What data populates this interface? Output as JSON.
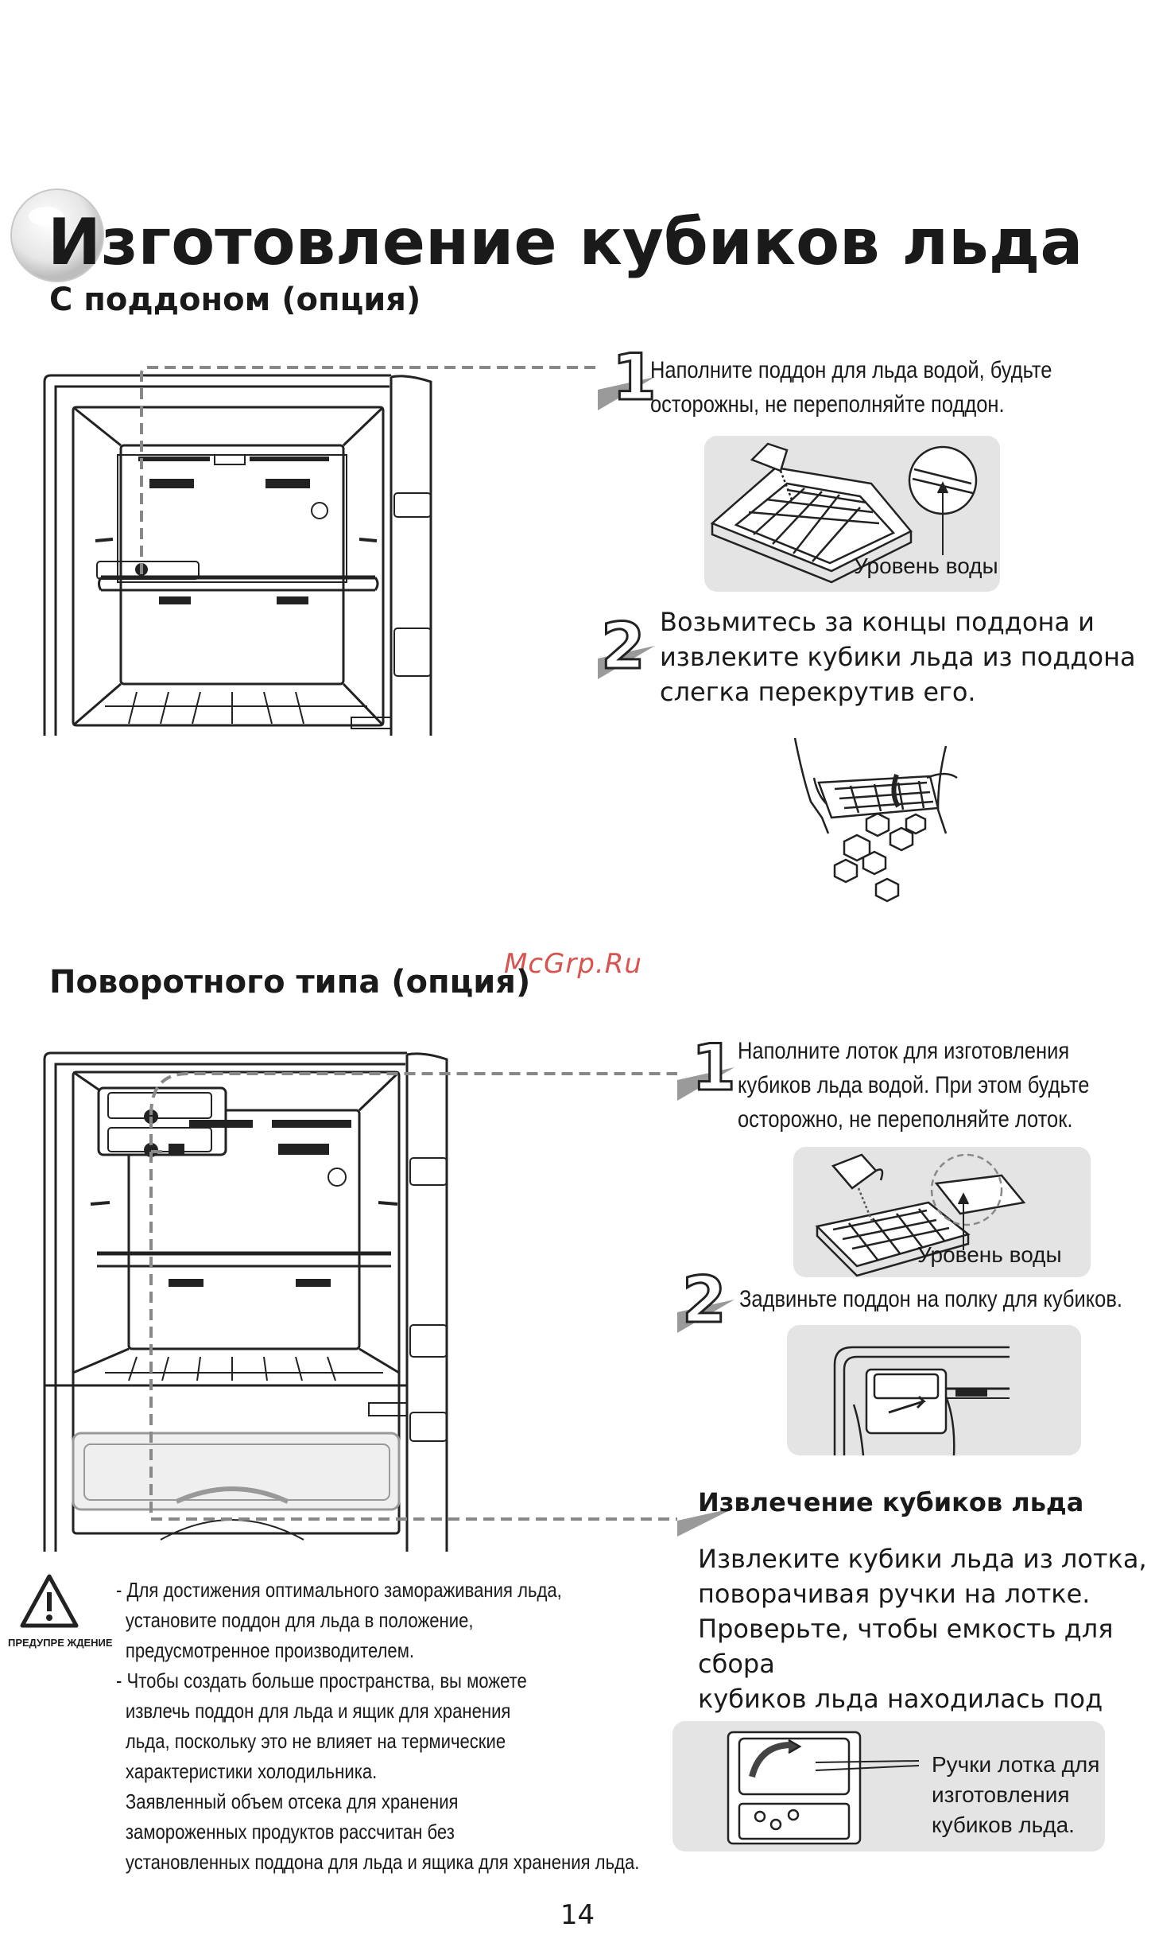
{
  "page": {
    "title": "Изготовление кубиков льда",
    "watermark": "McGrp.Ru",
    "page_number": "14"
  },
  "section_tray": {
    "heading": "С поддоном (опция)",
    "step1": {
      "number": "1",
      "text": "Наполните поддон для льда водой, будьте\nосторожны, не переполняйте поддон.",
      "caption": "Уровень воды"
    },
    "step2": {
      "number": "2",
      "text": "Возьмитесь за концы поддона и\nизвлеките кубики льда из поддона\nслегка перекрутив его."
    }
  },
  "section_twist": {
    "heading": "Поворотного типа (опция)",
    "step1": {
      "number": "1",
      "text": "Наполните лоток для изготовления\nкубиков льда водой. При этом будьте\nосторожно, не переполняйте лоток.",
      "caption": "Уровень воды"
    },
    "step2": {
      "number": "2",
      "text": "Задвиньте поддон на полку для кубиков."
    },
    "removal": {
      "heading": "Извлечение кубиков льда",
      "text": "Извлеките кубики льда из лотка,\nповорачивая ручки на лотке.\nПроверьте, чтобы емкость для сбора\nкубиков льда находилась под лотком\n(см. схему ниже).",
      "caption": "Ручки лотка для\nизготовления\nкубиков льда."
    }
  },
  "warning": {
    "label": "ПРЕДУПРЕ ЖДЕНИЕ",
    "lines": [
      "- Для достижения оптимального замораживания  льда,",
      "  установите поддон для льда в положение,",
      "  предусмотренное производителем.",
      "- Чтобы создать больше пространства, вы можете",
      "  извлечь поддон для льда и ящик для хранения",
      "  льда, поскольку это не влияет на термические",
      "  характеристики холодильника.",
      "  Заявленный объем отсека для хранения",
      "  замороженных продуктов рассчитан без",
      "  установленных  поддона для льда и ящика для хранения льда."
    ]
  }
}
